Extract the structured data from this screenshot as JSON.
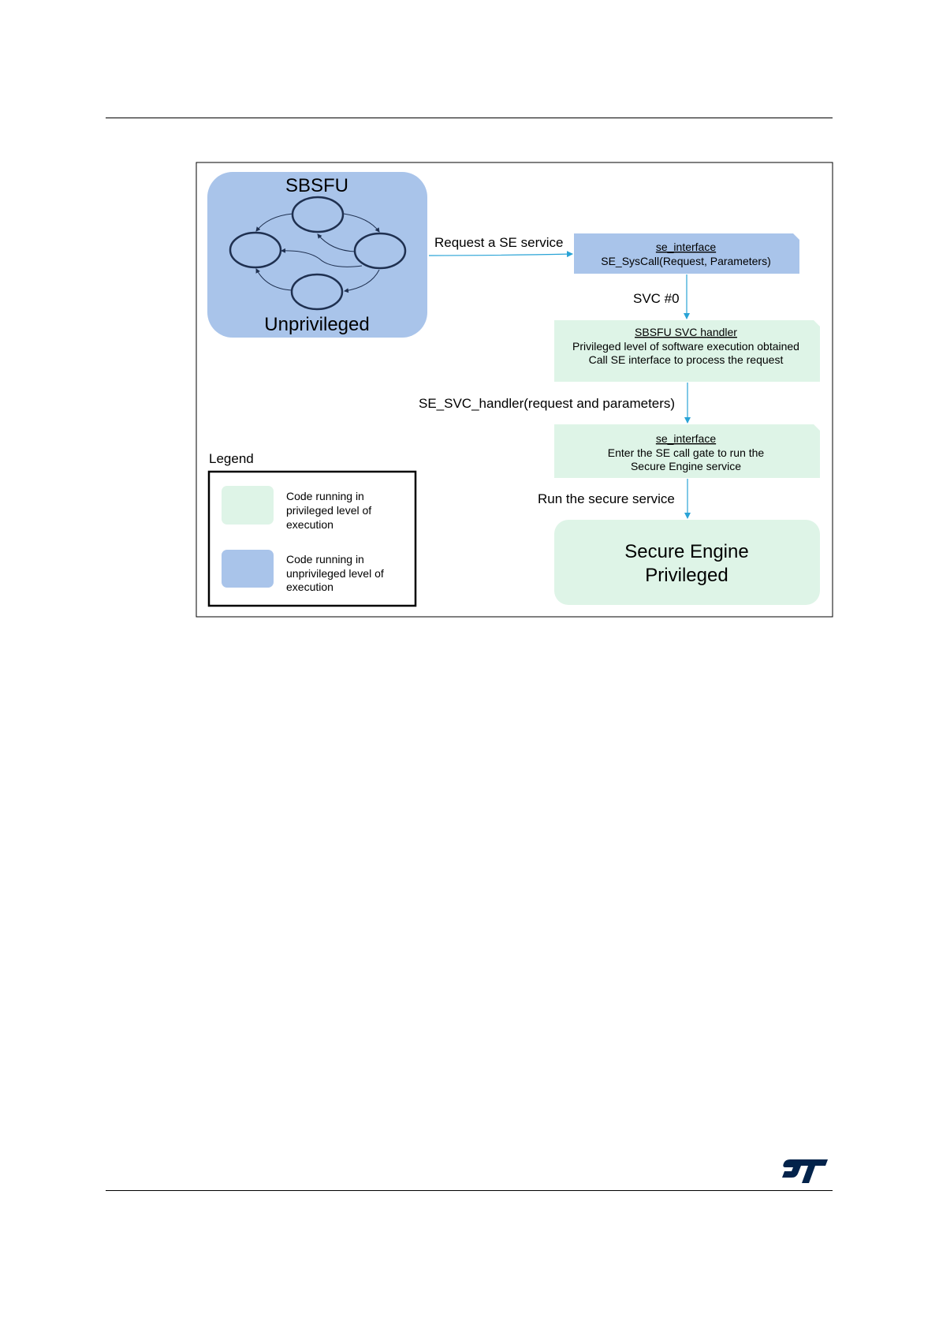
{
  "sbsfu_box": {
    "title": "SBSFU",
    "caption": "Unprivileged"
  },
  "arrows": {
    "request": "Request a SE service",
    "svc": "SVC #0",
    "handler_call": "SE_SVC_handler(request and parameters)",
    "run": "Run the secure service"
  },
  "se_interface_box": {
    "title": "se_interface",
    "line1": "SE_SysCall(Request, Parameters)"
  },
  "svc_handler_box": {
    "title": "SBSFU SVC handler",
    "line1": "Privileged level of software execution obtained",
    "line2": "Call SE interface to process the request"
  },
  "se_gate_box": {
    "title": "se_interface",
    "line1": "Enter the SE call gate to run the",
    "line2": "Secure Engine service"
  },
  "secure_engine_box": {
    "line1": "Secure Engine",
    "line2": "Privileged"
  },
  "legend": {
    "title": "Legend",
    "privileged": [
      "Code running in",
      "privileged level of",
      "execution"
    ],
    "unprivileged": [
      "Code running in",
      "unprivileged level of",
      "execution"
    ]
  },
  "colors": {
    "unprivileged_blue": "#a9c4ea",
    "privileged_green": "#def4e7",
    "arrow_blue": "#29a3d6",
    "ellipse_navy": "#1f3050",
    "caption_navy": "#1f2f6b",
    "logo_navy": "#03234b"
  }
}
